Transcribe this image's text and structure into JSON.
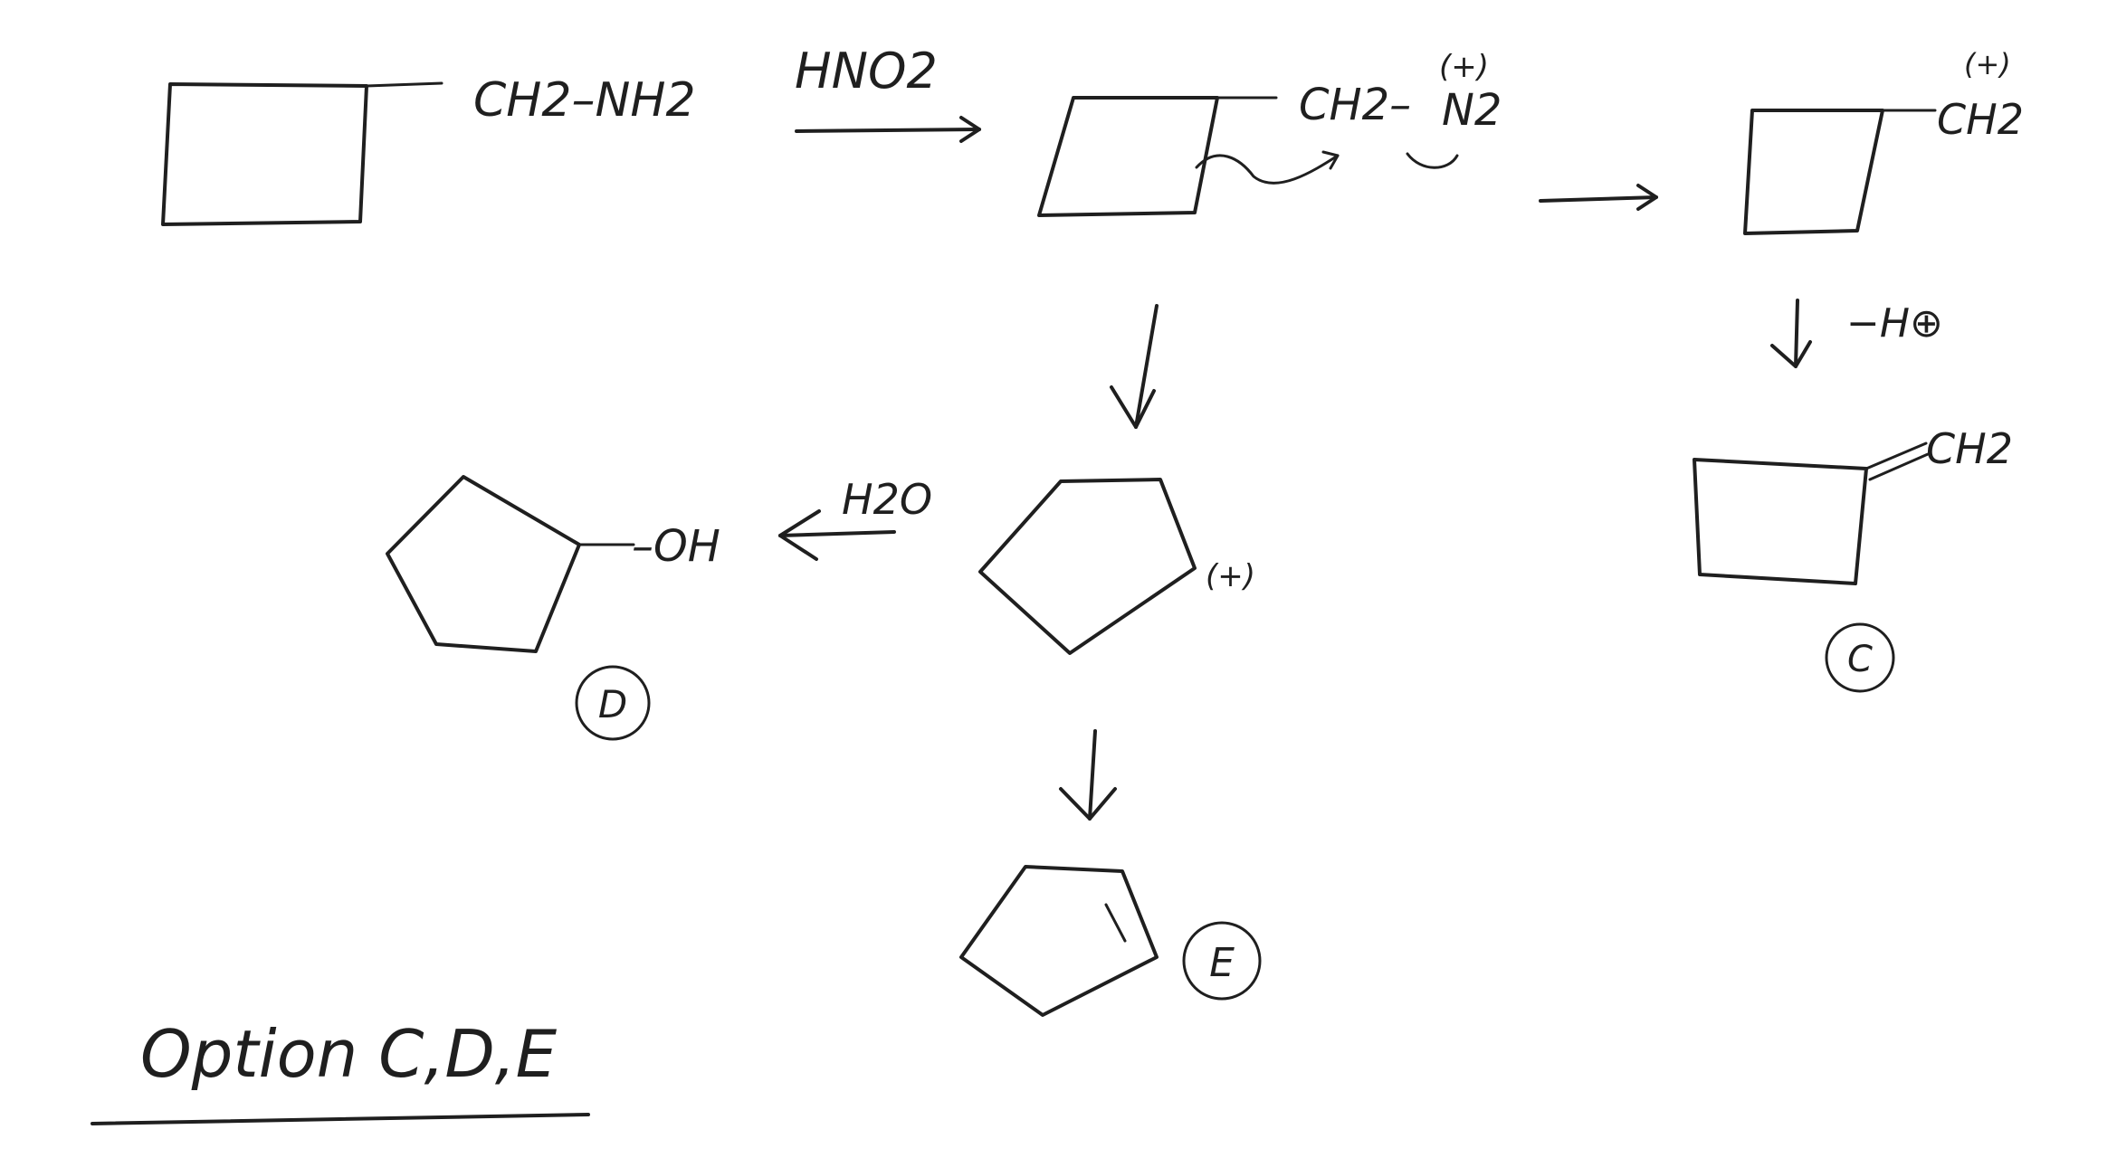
{
  "reagents": {
    "step1": "HNO2",
    "hydrolysis": "H2O",
    "elimination": "−H⊕"
  },
  "groups": {
    "start": "CH2–NH2",
    "diazonium_ch2": "CH2–",
    "diazonium_n": "N2",
    "diazonium_charge": "(+)",
    "carbocation": "CH2",
    "carbocation_charge": "(+)",
    "ring_cation_charge": "(+)",
    "alcohol": "–OH",
    "alkene": "CH2"
  },
  "labels": {
    "C": "C",
    "D": "D",
    "E": "E"
  },
  "answer": "Option C,D,E"
}
